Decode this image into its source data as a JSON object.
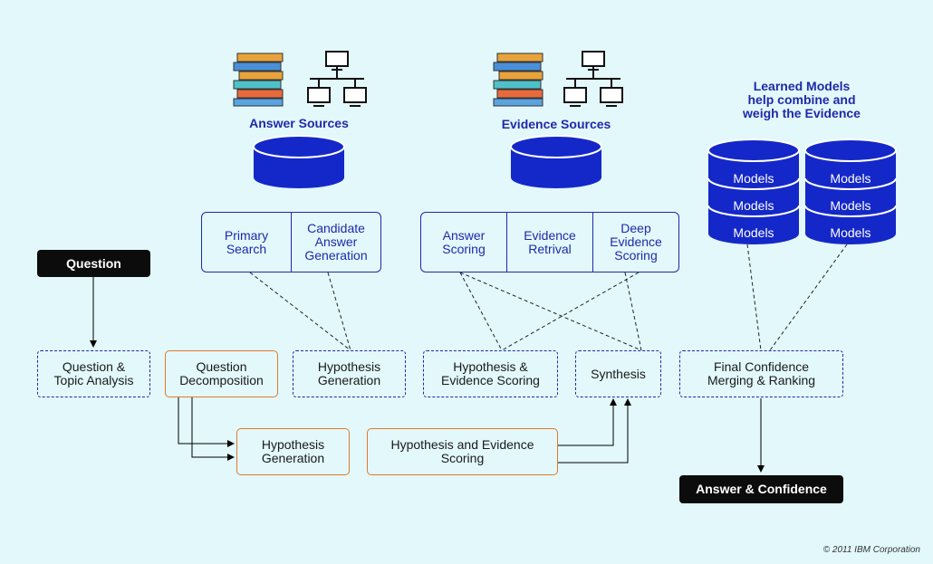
{
  "sources": {
    "answer_label": "Answer Sources",
    "evidence_label": "Evidence Sources"
  },
  "learned_models_text": "Learned Models\nhelp combine and\nweigh the Evidence",
  "models_label": "Models",
  "answer_group": [
    "Primary\nSearch",
    "Candidate\nAnswer\nGeneration"
  ],
  "evidence_group": [
    "Answer\nScoring",
    "Evidence\nRetrival",
    "Deep\nEvidence\nScoring"
  ],
  "pipeline": {
    "question": "Question",
    "topic_analysis": "Question &\nTopic Analysis",
    "decomposition": "Question\nDecomposition",
    "hypothesis_generation": "Hypothesis\nGeneration",
    "hypothesis_evidence_scoring": "Hypothesis &\nEvidence Scoring",
    "synthesis": "Synthesis",
    "final_confidence": "Final Confidence\nMerging & Ranking",
    "sub_hypothesis_generation": "Hypothesis\nGeneration",
    "sub_hypothesis_evidence_scoring": "Hypothesis and Evidence\nScoring",
    "answer_confidence": "Answer & Confidence"
  },
  "copyright": "© 2011 IBM Corporation",
  "colors": {
    "accent": "#1e2aa8",
    "orange": "#e07a2a",
    "background": "#e2f8fb"
  }
}
